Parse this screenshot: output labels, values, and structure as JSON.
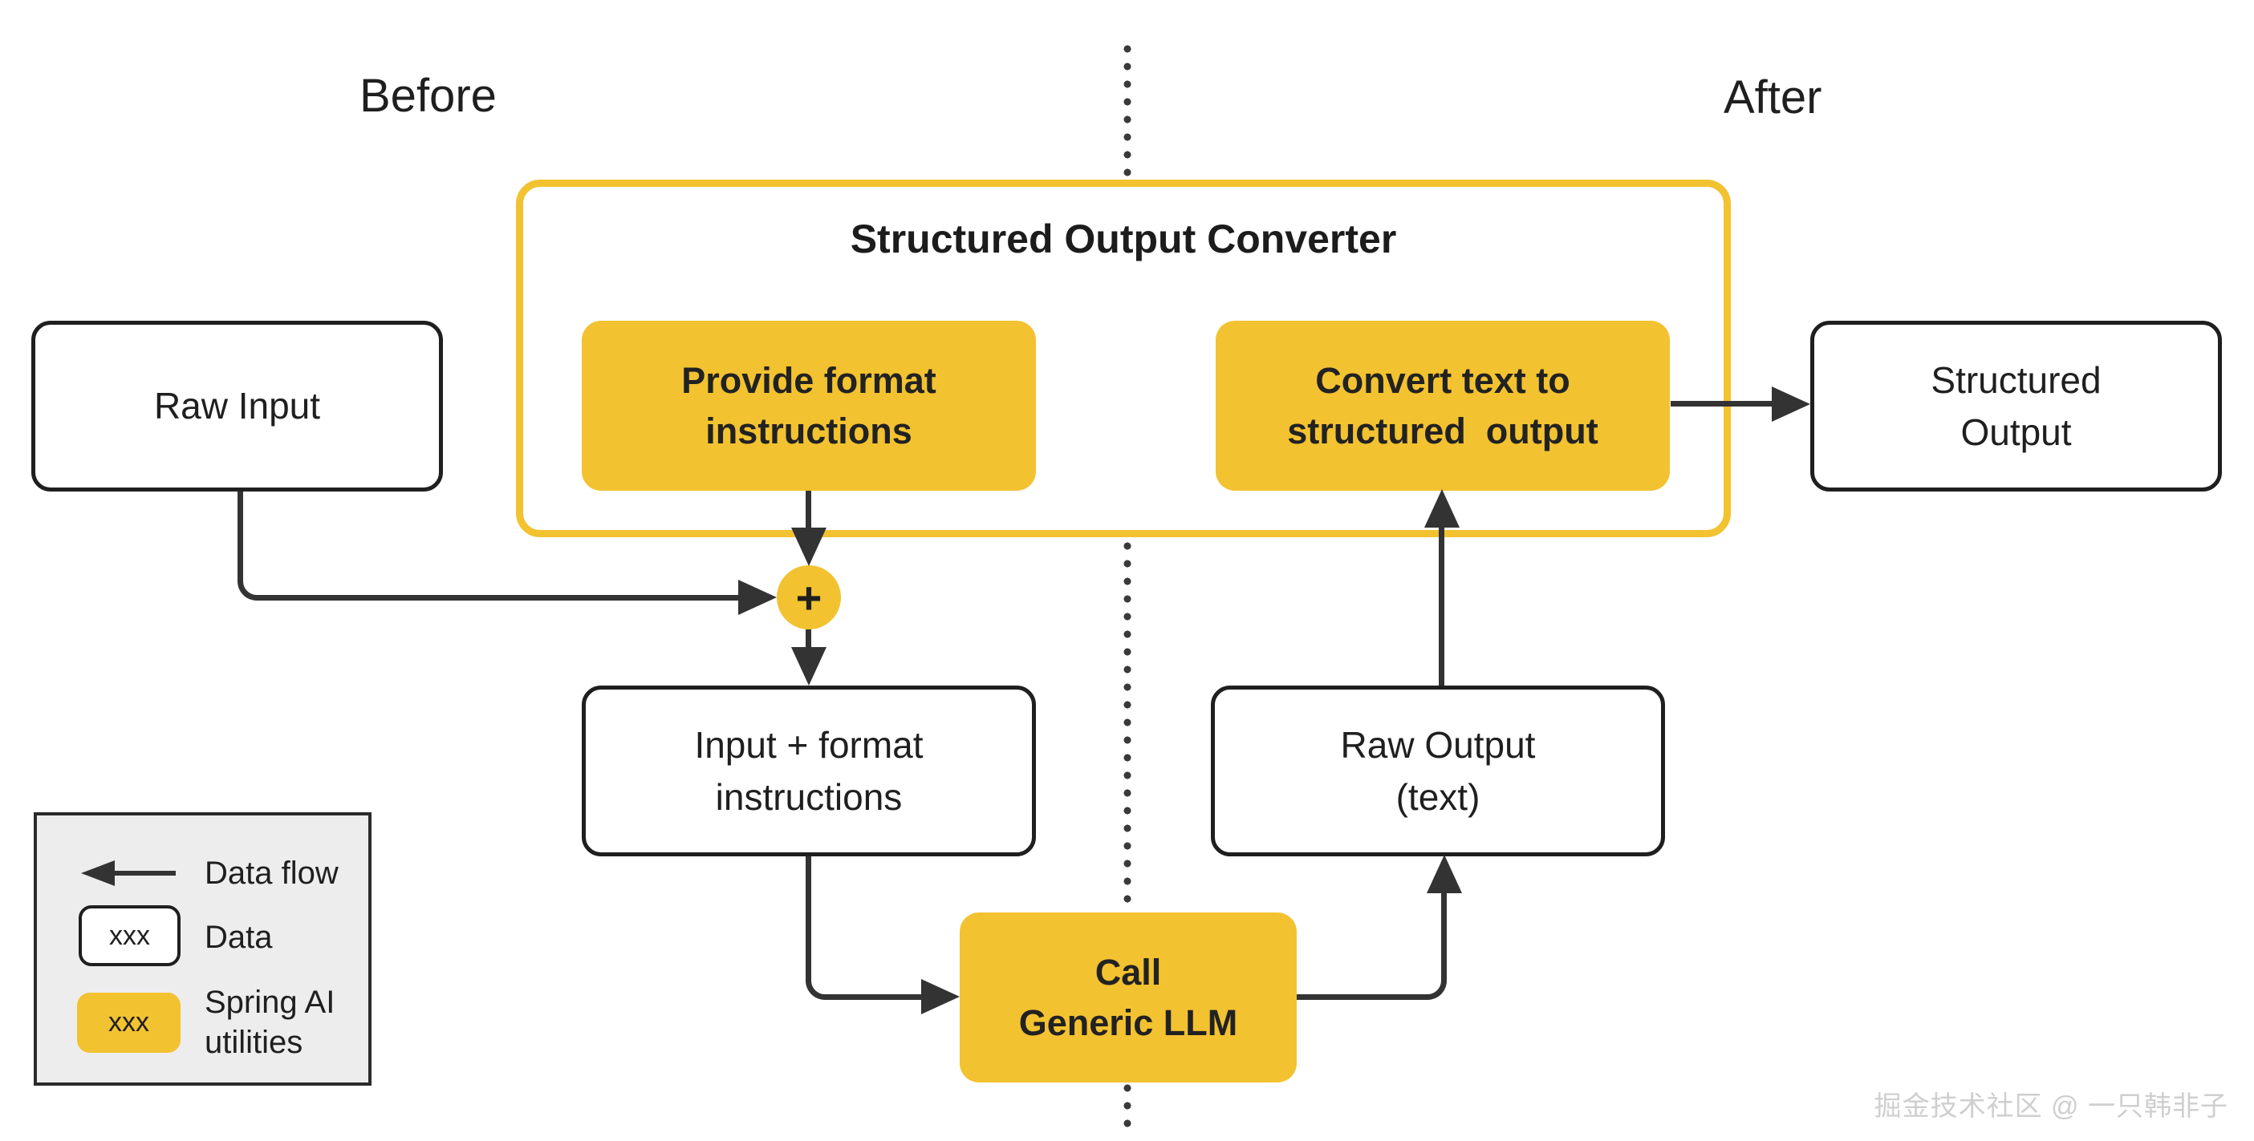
{
  "colors": {
    "accent_yellow": "#f2c230",
    "line_dark": "#333333",
    "text_dark": "#1f1f1f",
    "legend_background": "#ededed",
    "watermark_gray": "#cfcfcf"
  },
  "labels": {
    "before": "Before",
    "after": "After"
  },
  "converter": {
    "title": "Structured Output Converter",
    "provide_step": "Provide format\ninstructions",
    "convert_step": "Convert text to\nstructured  output"
  },
  "nodes": {
    "raw_input": "Raw Input",
    "input_format": "Input + format\ninstructions",
    "call_llm": "Call\nGeneric LLM",
    "raw_output": "Raw Output\n(text)",
    "structured_output": "Structured\nOutput",
    "plus_symbol": "+"
  },
  "legend": {
    "data_flow_label": "Data flow",
    "data_label": "Data",
    "spring_label": "Spring AI\nutilities",
    "sample_text": "xxx"
  },
  "watermark": "掘金技术社区 @ 一只韩非子"
}
